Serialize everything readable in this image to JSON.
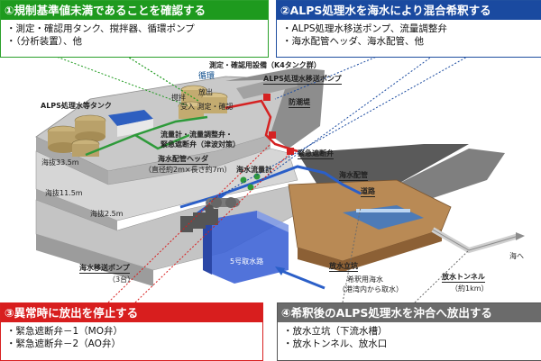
{
  "panels": {
    "p1": {
      "title": "①規制基準値未満であることを確認する",
      "items": [
        "・測定・確認用タンク、撹拌器、循環ポンプ",
        "・（分析装置）、他"
      ]
    },
    "p2": {
      "title": "②ALPS処理水を海水により混合希釈する",
      "items": [
        "・ALPS処理水移送ポンプ、流量調整弁",
        "・海水配管ヘッダ、海水配管、他"
      ]
    },
    "p3": {
      "title": "③異常時に放出を停止する",
      "items": [
        "・緊急遮断弁－1（MO弁）",
        "・緊急遮断弁－2（AO弁）"
      ]
    },
    "p4": {
      "title": "④希釈後のALPS処理水を沖合へ放出する",
      "items": [
        "・放水立坑（下流水槽）",
        "・放水トンネル、放水口"
      ]
    }
  },
  "labels": {
    "sokutei_setsubi": "測定・確認用設備（K4タンク群）",
    "recirculation": "循環",
    "mixing": "撹拌",
    "stages": "受入 測定・確認",
    "release_stage": "放出",
    "alps_tank": "ALPS処理水等タンク",
    "alps_pump": "ALPS処理水移送ポンプ",
    "seawall": "防潮堤",
    "flowmeter": "流量計・流量調整弁・",
    "emergency_valve": "緊急遮断弁（津波対策）",
    "emergency_valve2": "緊急遮断弁",
    "header": "海水配管ヘッダ",
    "header_size": "（直径約2m×長さ約7m）",
    "seawater_flow": "海水流量計",
    "seawater_pipe": "海水配管",
    "road": "道路",
    "elev_33": "海抜33.5m",
    "elev_11": "海抜11.5m",
    "elev_25": "海抜2.5m",
    "seawater_pump": "海水移送ポンプ",
    "pump_count": "（3台）",
    "intake": "5号取水路",
    "shaft": "放水立坑",
    "dilution_water": "希釈用海水",
    "dilution_water2": "（港湾内から取水）",
    "tunnel": "放水トンネル",
    "tunnel_length": "（約1km）",
    "to_sea": "海へ"
  },
  "colors": {
    "green": "#1e9a1e",
    "blue": "#1a4aa0",
    "red": "#d81e1e",
    "gray": "#6b6b6b"
  }
}
